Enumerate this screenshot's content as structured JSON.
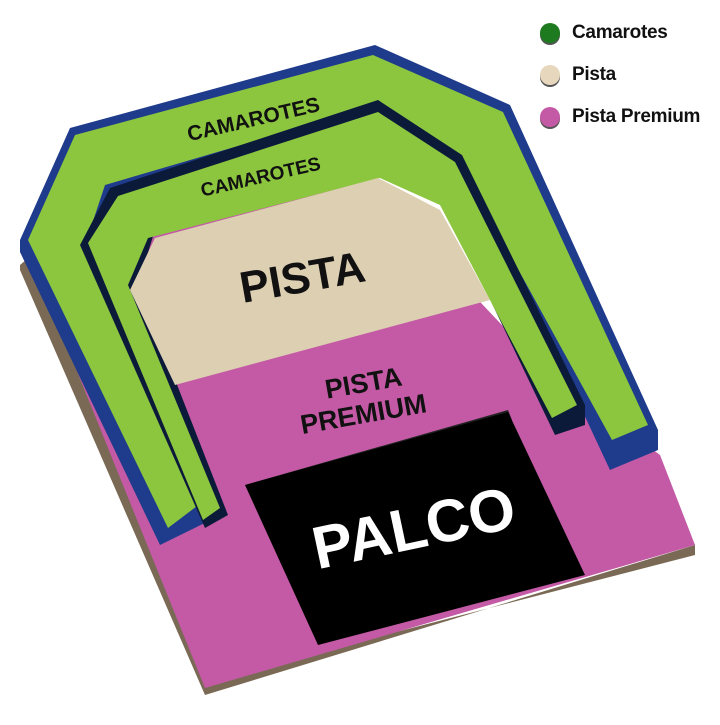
{
  "legend": {
    "items": [
      {
        "label": "Camarotes",
        "color": "#1e7a1e"
      },
      {
        "label": "Pista",
        "color": "#e6d7bd"
      },
      {
        "label": "Pista Premium",
        "color": "#c45aa6"
      }
    ]
  },
  "sections": {
    "camarotes_outer": {
      "label": "CAMAROTES",
      "color": "#8cc63f",
      "border": "#1f3b8c"
    },
    "camarotes_inner": {
      "label": "CAMAROTES",
      "color": "#8cc63f",
      "border": "#0c1a3a"
    },
    "pista": {
      "label": "PISTA",
      "color": "#ddcfb2"
    },
    "pista_premium": {
      "label_line1": "PISTA",
      "label_line2": "PREMIUM",
      "color": "#c45aa6"
    },
    "palco": {
      "label": "PALCO",
      "color": "#000000"
    }
  }
}
